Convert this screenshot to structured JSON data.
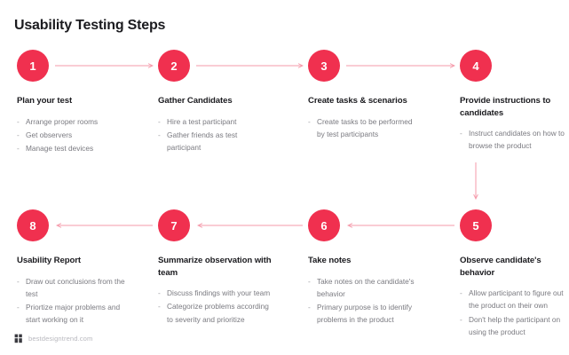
{
  "page": {
    "title": "Usability Testing Steps",
    "background_color": "#ffffff",
    "accent_color": "#f0304f",
    "arrow_color": "#f59aaa",
    "heading_color": "#1b1b1f",
    "body_color": "#7a7a80"
  },
  "steps": [
    {
      "number": "1",
      "heading": "Plan your test",
      "bullets": [
        "Arrange proper rooms",
        "Get observers",
        "Manage test devices"
      ]
    },
    {
      "number": "2",
      "heading": "Gather Candidates",
      "bullets": [
        "Hire a test participant",
        "Gather friends as test participant"
      ]
    },
    {
      "number": "3",
      "heading": "Create tasks & scenarios",
      "bullets": [
        "Create tasks to be performed by test participants"
      ]
    },
    {
      "number": "4",
      "heading": "Provide instructions to candidates",
      "bullets": [
        "Instruct candidates on how to browse the product"
      ]
    },
    {
      "number": "5",
      "heading": "Observe candidate's behavior",
      "bullets": [
        "Allow participant to figure out the product on their own",
        "Don't help the participant on using the product"
      ]
    },
    {
      "number": "6",
      "heading": "Take notes",
      "bullets": [
        "Take notes on the candidate's behavior",
        "Primary purpose is to identify problems in the product"
      ]
    },
    {
      "number": "7",
      "heading": "Summarize observation with team",
      "bullets": [
        "Discuss findings with your team",
        "Categorize problems according to severity and prioritize"
      ]
    },
    {
      "number": "8",
      "heading": "Usability Report",
      "bullets": [
        "Draw out conclusions from the test",
        "Priortize major problems and start working on it"
      ]
    }
  ],
  "connectors": [
    {
      "name": "arrow-1-to-2",
      "direction": "right"
    },
    {
      "name": "arrow-2-to-3",
      "direction": "right"
    },
    {
      "name": "arrow-3-to-4",
      "direction": "right"
    },
    {
      "name": "arrow-4-to-5",
      "direction": "down"
    },
    {
      "name": "arrow-5-to-6",
      "direction": "left"
    },
    {
      "name": "arrow-6-to-7",
      "direction": "left"
    },
    {
      "name": "arrow-7-to-8",
      "direction": "left"
    }
  ],
  "bullet_marker": "-",
  "footer": {
    "text": "bestdesigntrend.com",
    "logo_name": "bdt-monogram-logo"
  }
}
